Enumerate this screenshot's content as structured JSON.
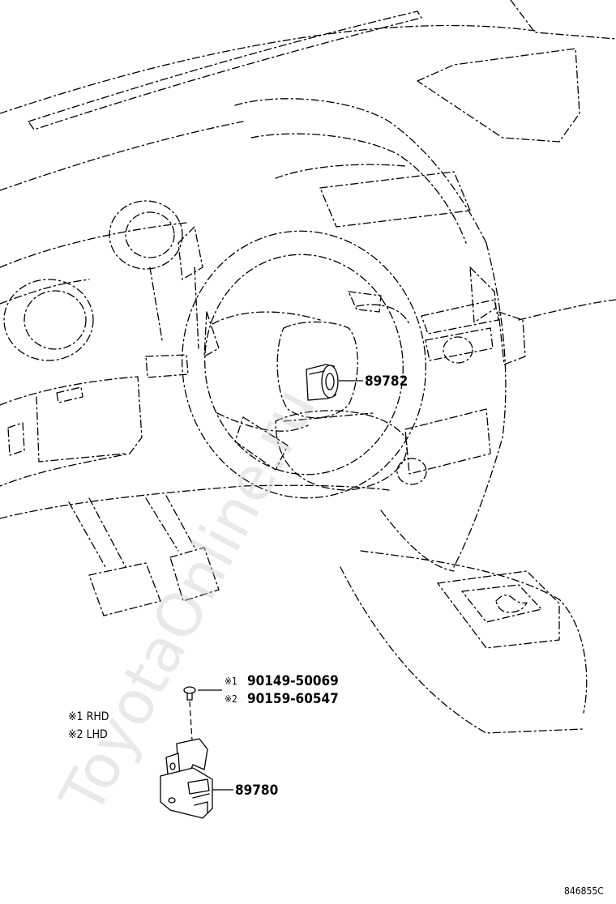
{
  "callouts": {
    "part_89782": "89782",
    "part_89780": "89780",
    "bolt_rhd_mark": "※1",
    "bolt_rhd_part": "90149-50069",
    "bolt_lhd_mark": "※2",
    "bolt_lhd_part": "90159-60547"
  },
  "legend": {
    "rhd": "※1 RHD",
    "lhd": "※2 LHD"
  },
  "reference_code": "846855C",
  "watermark": "ToyotaOnline.ru"
}
